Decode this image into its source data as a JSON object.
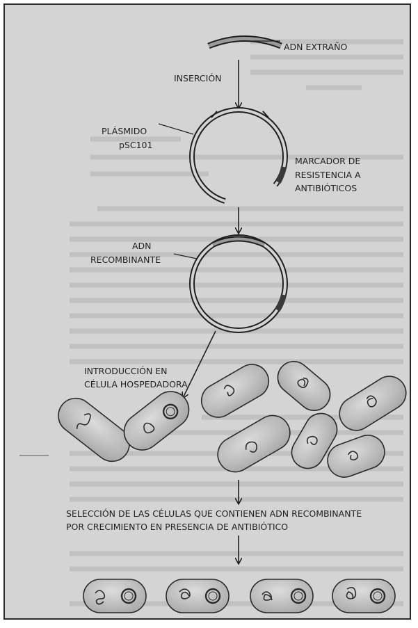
{
  "labels": {
    "foreign_dna": "ADN EXTRAÑO",
    "insertion": "INSERCIÓN",
    "plasmid_1": "PLÁSMIDO",
    "plasmid_2": "pSC101",
    "marker_1": "MARCADOR DE",
    "marker_2": "RESISTENCIA A",
    "marker_3": "ANTIBIÓTICOS",
    "recombinant_1": "ADN",
    "recombinant_2": "RECOMBINANTE",
    "intro_1": "INTRODUCCIÓN EN",
    "intro_2": "CÉLULA HOSPEDADORA",
    "selection_1": "SELECCIÓN DE LAS CÉLULAS QUE CONTIENEN ADN RECOMBINANTE",
    "selection_2": "POR CRECIMIENTO EN PRESENCIA DE ANTIBIÓTICO"
  },
  "colors": {
    "page": "#d4d4d4",
    "ink": "#1f1f1f",
    "cell_fill": "#bdbdbd",
    "marker": "#3a3a3a"
  }
}
